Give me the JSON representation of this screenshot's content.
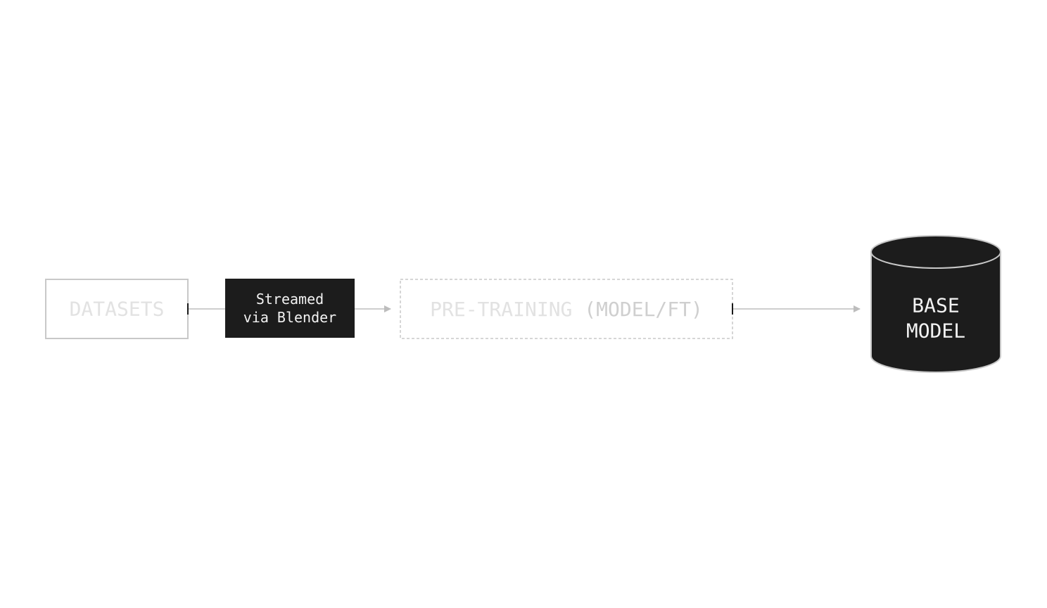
{
  "nodes": {
    "datasets": {
      "label": "DATASETS"
    },
    "streamed": {
      "line1": "Streamed",
      "line2": "via Blender"
    },
    "pretraining": {
      "label_main": "PRE-TRAINING",
      "label_suffix": " (MODEL/FT)"
    },
    "base_model": {
      "line1": "BASE",
      "line2": "MODEL"
    }
  },
  "colors": {
    "background": "#ffffff",
    "outline": "#c8c8c8",
    "faint_text": "#e2e2e2",
    "mid_text": "#cfcfcf",
    "dark_fill": "#1c1c1c",
    "light_text": "#f2f2f2",
    "edge": "#bdbdbd",
    "tick": "#1a1a1a"
  }
}
